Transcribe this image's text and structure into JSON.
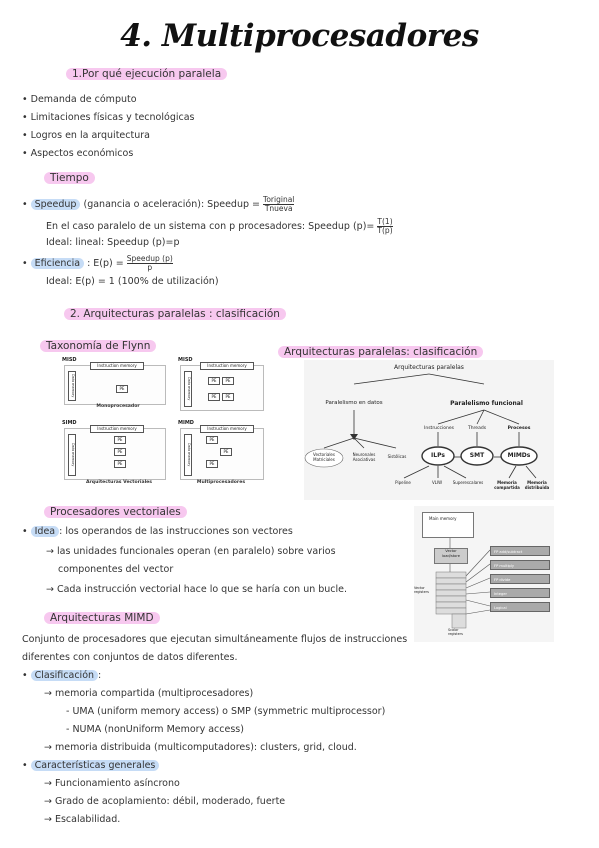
{
  "title": "4. Multiprocesadores",
  "sec1": {
    "heading": "1.Por qué ejecución paralela",
    "bullets": [
      "Demanda de cómputo",
      "Limitaciones físicas y tecnológicas",
      "Logros en la arquitectura",
      "Aspectos económicos"
    ]
  },
  "tiempo": {
    "heading": "Tiempo",
    "speedup_label": "Speedup",
    "speedup_text": "(ganancia o aceleración): Speedup =",
    "speedup_num": "Toriginal",
    "speedup_den": "Tnueva",
    "line2": "En el caso paralelo de un sistema con p procesadores: Speedup (p)=",
    "line2_num": "T(1)",
    "line2_den": "T(p)",
    "line3": "Ideal: lineal: Speedup (p)=p",
    "eff_label": "Eficiencia",
    "eff_text": ": E(p) =",
    "eff_num": "Speedup (p)",
    "eff_den": "p",
    "line5": "Ideal: E(p) = 1 (100% de utilización)"
  },
  "sec2": {
    "heading": "2. Arquitecturas paralelas : clasificación"
  },
  "flynn": {
    "heading": "Taxonomía de Flynn",
    "misd": "MISD",
    "misd_mem": "Instruction memory",
    "monoprocesador": "Monoprocesador",
    "pe": "PE",
    "data_memory": "Data memory",
    "simd": "SIMD",
    "simd_mem": "Instruction memory",
    "vectoriales": "Arquitecturas Vectoriales",
    "mimd": "MIMD",
    "mimd_mem": "Instruction memory",
    "multiprocesadores": "Multiprocesadores"
  },
  "arq": {
    "heading": "Arquitecturas paralelas: clasificación",
    "root": "Arquitecturas paralelas",
    "datos": "Paralelismo en datos",
    "funcional": "Paralelismo funcional",
    "instrucciones": "Instrucciones",
    "threads": "Threads",
    "procesos": "Procesos",
    "vectoriales": "Vectoriales\nMatriciales",
    "neuronales": "Neuronales\nAsociativas",
    "sistolicas": "Sistólicas",
    "ilps": "ILPs",
    "smt": "SMT",
    "mimds": "MIMDs",
    "pipeline": "Pipeline",
    "vliw": "VLIW",
    "superescalares": "Superescalares",
    "mem_comp": "Memoria\ncompartida",
    "mem_dist": "Memoria\ndistribuida"
  },
  "vect": {
    "heading": "Procesadores vectoriales",
    "idea_label": "Idea",
    "idea_text": ": los operandos de las instrucciones son vectores",
    "l1": "→ las unidades funcionales operan (en paralelo) sobre varios",
    "l2": "componentes del vector",
    "l3": "→ Cada instrucción vectorial hace lo que se haría con un bucle.",
    "fig": {
      "main_memory": "Main memory",
      "vload": "Vector\nload/store",
      "vregs": "Vector\nregisters",
      "sregs": "Scalar\nregisters",
      "units": [
        "FP add/subtract",
        "FP multiply",
        "FP divide",
        "Integer",
        "Logical"
      ]
    }
  },
  "mimd": {
    "heading": "Arquitecturas MIMD",
    "p1": "Conjunto de procesadores que ejecutan simultáneamente flujos de instrucciones",
    "p2": "diferentes con conjuntos de datos diferentes.",
    "clas_label": "Clasificación",
    "clas_dot": ":",
    "c1": "→ memoria compartida (multiprocesadores)",
    "c2": "- UMA (uniform memory access) o SMP (symmetric multiprocessor)",
    "c3": "- NUMA (nonUniform Memory access)",
    "c4": "→ memoria distribuida (multicomputadores): clusters, grid, cloud.",
    "car_label": "Características generales",
    "car1": "→ Funcionamiento asíncrono",
    "car2": "→ Grado de acoplamiento: débil, moderado, fuerte",
    "car3": "→ Escalabilidad."
  }
}
